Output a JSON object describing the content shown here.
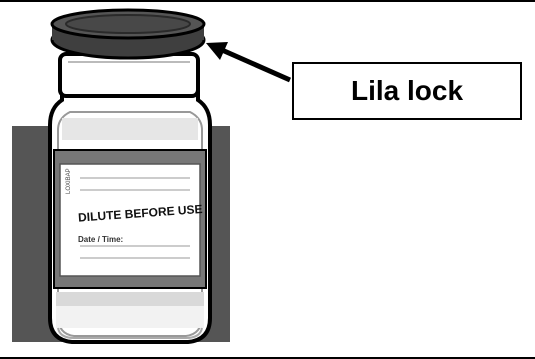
{
  "callout": {
    "label": "Lila lock"
  },
  "vial_label": {
    "side_text": "LOXIBAP",
    "instruction": "DILUTE BEFORE USE",
    "date_field": "Date / Time:"
  },
  "icons": [
    "vial-icon",
    "arrow-icon"
  ],
  "colors": {
    "band": "#555555",
    "label": "#777777",
    "cap": "#3f3f3f",
    "outline": "#000000"
  }
}
